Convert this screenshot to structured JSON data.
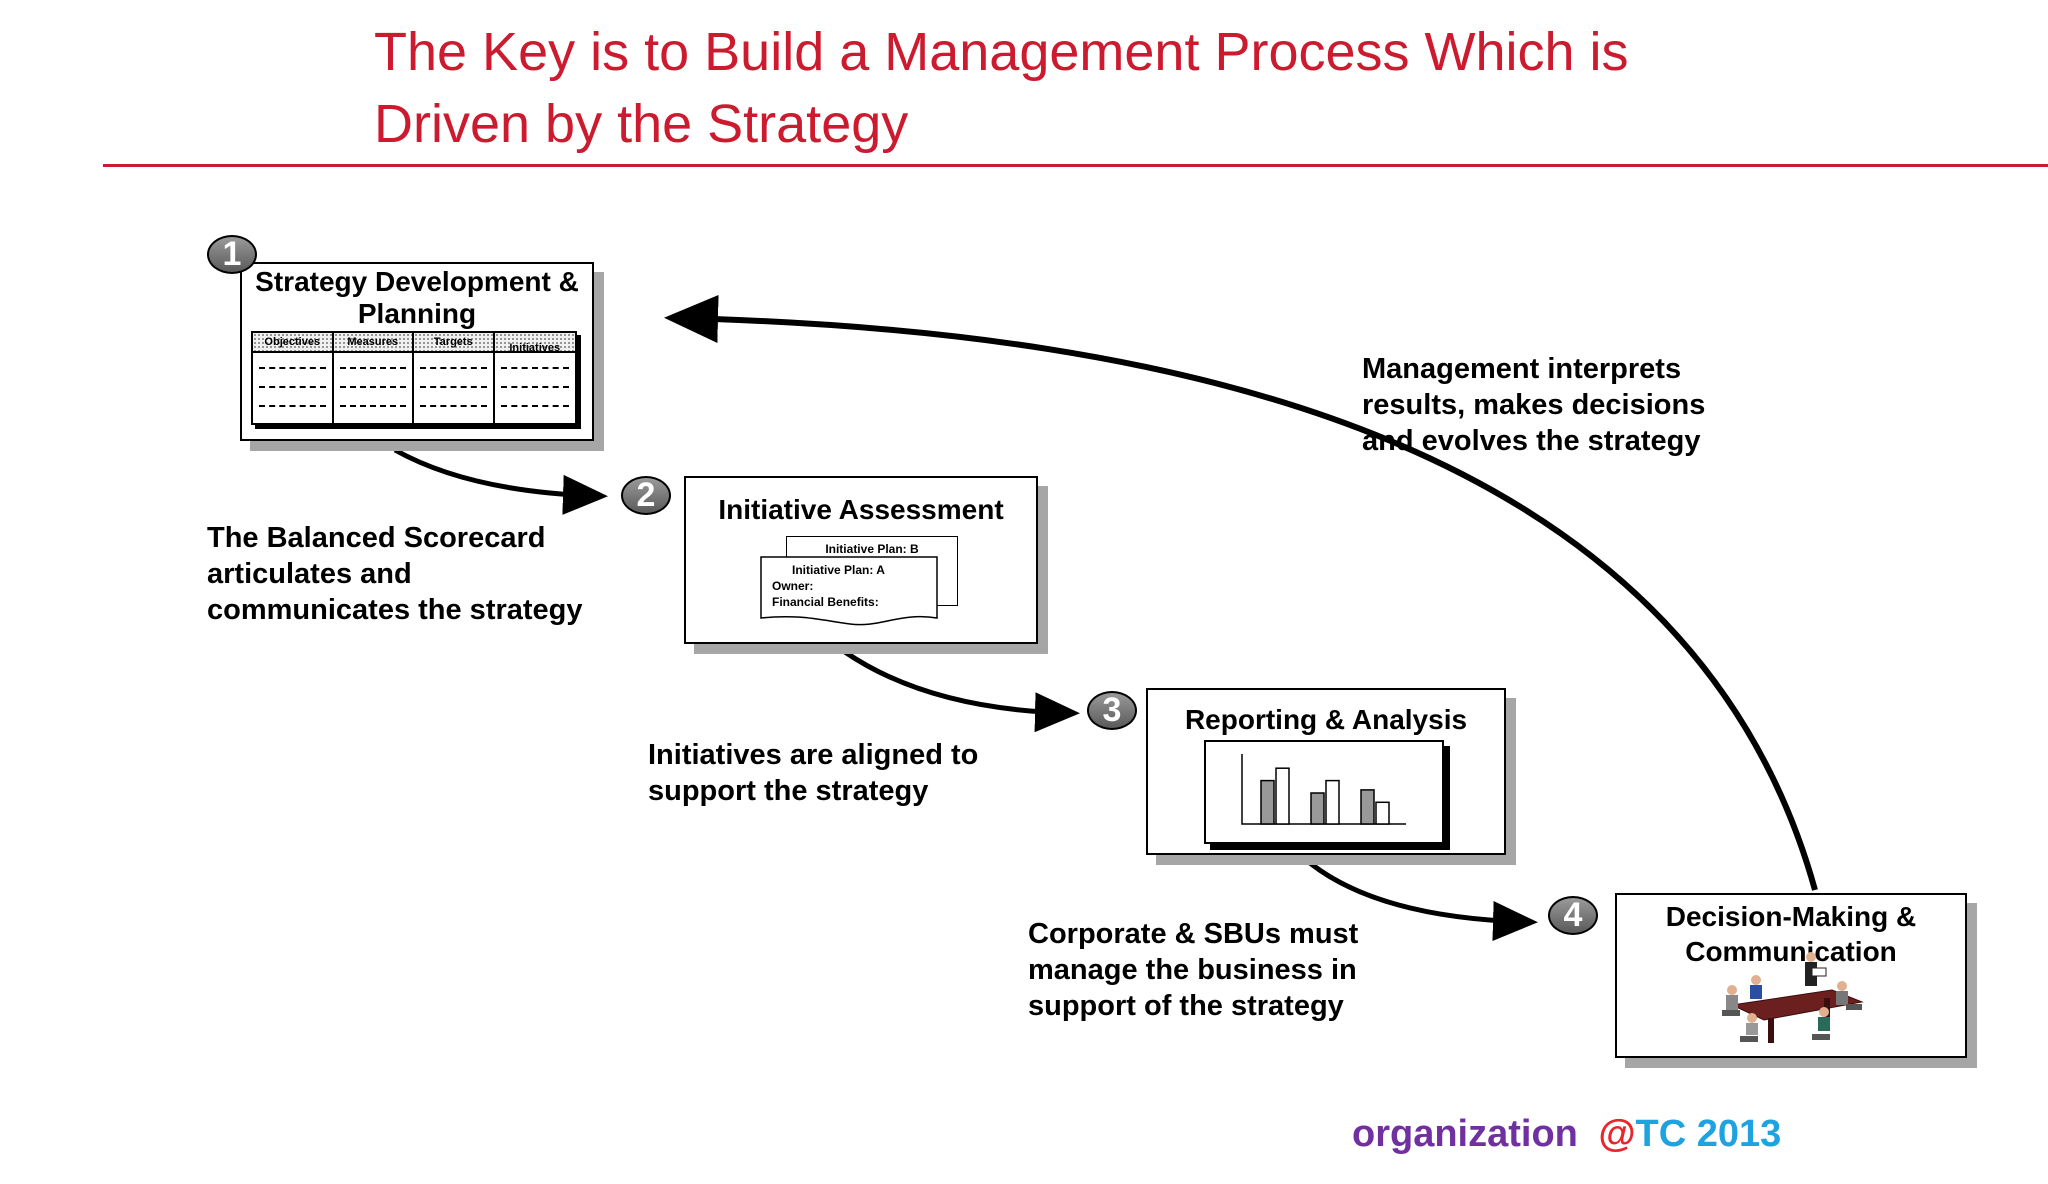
{
  "title": {
    "line1": "The Key is to Build a Management Process Which is",
    "line2": "Driven by the Strategy"
  },
  "stages": [
    {
      "number": "1",
      "title": "Strategy Development &\nPlanning",
      "table_headers": [
        "Objectives",
        "Measures",
        "Targets",
        "Initiatives"
      ]
    },
    {
      "number": "2",
      "title": "Initiative Assessment",
      "plan_b": "Initiative Plan: B",
      "plan_a": "Initiative Plan: A",
      "plan_owner": "Owner:",
      "plan_benefits": "Financial Benefits:"
    },
    {
      "number": "3",
      "title": "Reporting & Analysis"
    },
    {
      "number": "4",
      "title": "Decision-Making &\nCommunication"
    }
  ],
  "captions": {
    "balanced_scorecard": "The Balanced Scorecard\narticulates and\ncommunicates the strategy",
    "initiatives_aligned": "Initiatives are aligned to\nsupport the strategy",
    "corporate_sbus": "Corporate & SBUs must\nmanage the business in\nsupport of the strategy",
    "management_interprets": "Management interprets\nresults, makes decisions\nand evolves the strategy"
  },
  "bar_chart_icon": {
    "pairs": [
      [
        0.7,
        0.9
      ],
      [
        0.5,
        0.7
      ],
      [
        0.55,
        0.35
      ]
    ]
  },
  "footer": {
    "org": "organization",
    "at": "@",
    "tc": "TC",
    "year": "2013"
  },
  "colors": {
    "title_red": "#cc1a2f",
    "footer_purple": "#7030a0",
    "footer_red": "#e8262c",
    "footer_blue": "#1ea3e0",
    "shadow_gray": "#a6a6a6"
  }
}
